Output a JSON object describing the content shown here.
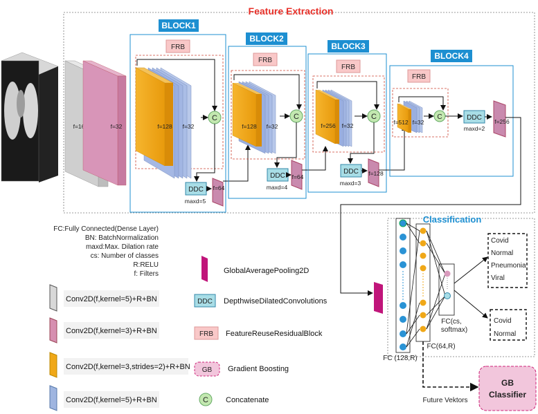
{
  "title": "Feature Extraction",
  "classification_title": "Classification",
  "blocks": [
    {
      "name": "BLOCK1",
      "frb": "FRB",
      "filters": [
        "f=128",
        "f=32"
      ],
      "ddc": "DDC",
      "maxd": "maxd=5",
      "pool": "f=64"
    },
    {
      "name": "BLOCK2",
      "frb": "FRB",
      "filters": [
        "f=128",
        "f=32"
      ],
      "ddc": "DDC",
      "maxd": "maxd=4",
      "pool": "f=64"
    },
    {
      "name": "BLOCK3",
      "frb": "FRB",
      "filters": [
        "f=256",
        "f=32"
      ],
      "ddc": "DDC",
      "maxd": "maxd=3",
      "pool": "f=128"
    },
    {
      "name": "BLOCK4",
      "frb": "FRB",
      "filters": [
        "f=512",
        "f=32"
      ],
      "ddc": "DDC",
      "maxd": "maxd=2",
      "pool": "f=256"
    }
  ],
  "input_layers": [
    "f=16",
    "f=32"
  ],
  "concat_symbol": "C",
  "abbreviations": [
    "FC:Fully Connected(Dense Layer)",
    "BN: BatchNormalization",
    "maxd:Max. Dilation rate",
    "cs: Number of classes",
    "R:RELU",
    "f: Filters"
  ],
  "legend_layers": [
    {
      "label": "Conv2D(f,kernel=5)+R+BN",
      "color": "#d8d8d8"
    },
    {
      "label": "Conv2D(f,kernel=3)+R+BN",
      "color": "#d68fb0"
    },
    {
      "label": "Conv2D(f,kernel=3,strides=2)+R+BN",
      "color": "#f0a818"
    },
    {
      "label": "Conv2D(f,kernel=5)+R+BN",
      "color": "#9fb5e0"
    }
  ],
  "legend_symbols": [
    {
      "symbol": "",
      "label": "GlobalAveragePooling2D"
    },
    {
      "symbol": "DDC",
      "label": "DepthwiseDilatedConvolutions"
    },
    {
      "symbol": "FRB",
      "label": "FeatureReuseResidualBlock"
    },
    {
      "symbol": "GB",
      "label": "Gradient Boosting"
    },
    {
      "symbol": "C",
      "label": "Concatenate"
    }
  ],
  "classification": {
    "fc1": "FC (128,R)",
    "fc2": "FC(64,R)",
    "fc3_line1": "FC(cs,",
    "fc3_line2": "softmax)",
    "output1": [
      "Covid",
      "Normal",
      "Pneumonia",
      "Viral"
    ],
    "output2": [
      "Covid",
      "Normal"
    ],
    "future": "Future Vektors",
    "gb_line1": "GB",
    "gb_line2": "Classifier"
  },
  "colors": {
    "title_red": "#e8312a",
    "block_blue": "#1d8fd1",
    "classification_blue": "#1d8fd1",
    "frb_pink": "#f9c8c8",
    "ddc_cyan": "#a8dde6",
    "concat_green": "#c3e8b0",
    "pool_magenta": "#c0157a",
    "gb_pink": "#f2c6dc"
  }
}
